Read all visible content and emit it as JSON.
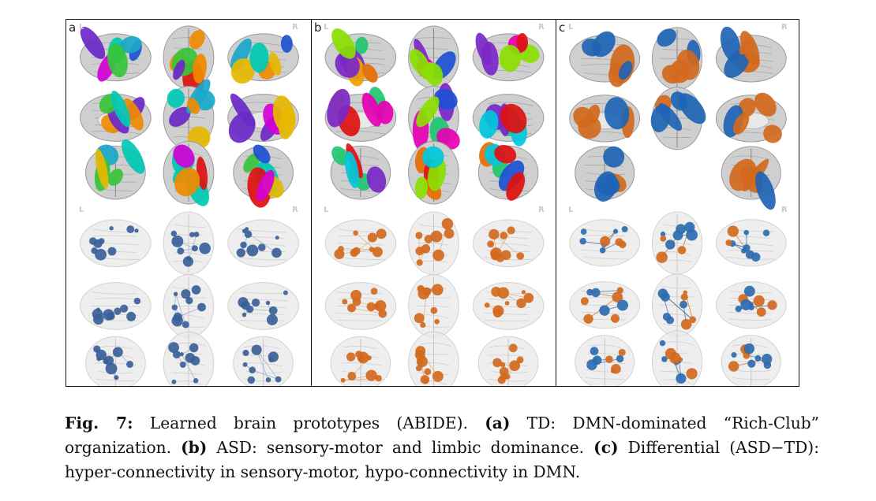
{
  "figure": {
    "side_left": "L",
    "side_right": "R",
    "panels": [
      {
        "label": "a",
        "region_colors": [
          "#e6b800",
          "#d400d4",
          "#19a8c8",
          "#3ac43a",
          "#e01010",
          "#1e50d2",
          "#f08a00",
          "#6a28c8",
          "#00c8b4"
        ],
        "node_color": "#3a5f99",
        "edge_color": "#9aa9c4"
      },
      {
        "label": "b",
        "region_colors": [
          "#8ae000",
          "#e600b4",
          "#00c8dc",
          "#e01010",
          "#1e50d2",
          "#f0a000",
          "#7a28c8",
          "#20c870",
          "#e66e00"
        ],
        "node_color": "#d2691e",
        "edge_color": "#d8b27e"
      },
      {
        "label": "c",
        "region_colors": [
          "#1f64b4",
          "#d2691e"
        ],
        "node_color_increase": "#d2691e",
        "node_color_decrease": "#2e6bb0",
        "edge_color_increase": "#d2691e",
        "edge_color_decrease": "#2e6bb0"
      }
    ]
  },
  "caption": {
    "fig_label": "Fig. 7:",
    "intro": " Learned brain prototypes (ABIDE). ",
    "a_label": "(a)",
    "a_text": " TD: DMN-dominated “Rich-Club” organization. ",
    "b_label": "(b)",
    "b_text": " ASD: sensory-motor and limbic dominance. ",
    "c_label": "(c)",
    "c_text": " Differential (ASD−TD): hyper-connectivity in sensory-motor, hypo-connectivity in DMN."
  }
}
